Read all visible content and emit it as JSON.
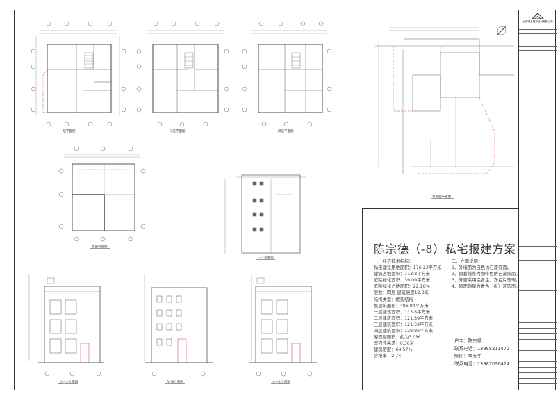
{
  "project_title": "陈宗德（-8）私宅报建方案",
  "econ_indicators": {
    "lines": [
      "一、经济技术指标：",
      "私宅建设用地面积：176.23平方米",
      "建筑占地面积：113.8平方米",
      "庭院绿化面积：39.09平方米",
      "庭院绿化占地面积：22.18%",
      "层数：四层  建筑高度12.3米",
      "结构类型：框架结构",
      "总建筑面积：486.84平方米",
      "一层建筑面积：113.8平方米",
      "二层建筑面积：121.59平方米",
      "三层建筑面积：121.59平方米",
      "四层建筑面积：129.86平方米",
      "屋面层面积：约为3.0米",
      "室内外高差：0.30米",
      "建筑密度：64.57%",
      "容积率：2.74"
    ]
  },
  "elevation_notes": {
    "lines": [
      "二、立面说明：",
      "1、外墙面为白色仿石漆饰面。",
      "2、窗套线条为咖啡色仿石漆饰面。",
      "3、外窗采用铝合金，净白片玻璃。",
      "4、屋面斜屋为青色（板）瓦饰面。"
    ]
  },
  "owner_info": {
    "owner": "户主：陈宗德",
    "owner_phone": "联系电话：13988311472",
    "drafter": "制图：李九生",
    "drafter_phone": "联系电话：13987036424"
  },
  "drawing_labels": {
    "plan1": "一层平面图",
    "plan2": "二层平面图",
    "plan3": "四层平面图",
    "roof": "屋面平面图",
    "section": "1—1剖面图",
    "site": "总平面布置图",
    "elev1": "①—⑤立面图",
    "elev2": "A—E立面图",
    "elev3": "⑤—①立面图"
  },
  "title_block": {
    "company": "云南城乡规划设计有限公司"
  },
  "colors": {
    "line": "#555555",
    "dashed": "#cc3344",
    "text": "#333333",
    "window": "#666666"
  }
}
